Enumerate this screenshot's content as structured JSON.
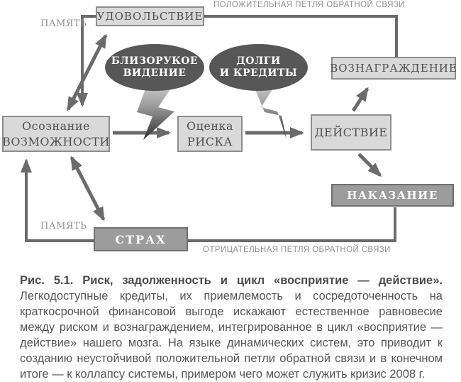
{
  "figure": {
    "boxes": {
      "pleasure": {
        "label": "УДОВОЛЬСТВИЕ"
      },
      "reward": {
        "label": "ВОЗНАГРАЖДЕНИЕ"
      },
      "awareness": {
        "line1": "Осознание",
        "line2": "ВОЗМОЖНОСТИ"
      },
      "risk": {
        "line1": "Оценка",
        "line2": "РИСКА"
      },
      "action": {
        "label": "ДЕЙСТВИЕ"
      },
      "punishment": {
        "label": "НАКАЗАНИЕ"
      },
      "fear": {
        "label": "СТРАХ"
      }
    },
    "bubbles": {
      "myopia": {
        "line1": "БЛИЗОРУКОЕ",
        "line2": "ВИДЕНИЕ"
      },
      "debts": {
        "line1": "ДОЛГИ",
        "line2": "И КРЕДИТЫ"
      }
    },
    "labels": {
      "positive_loop": "ПОЛОЖИТЕЛЬНАЯ ПЕТЛЯ ОБРАТНОЙ СВЯЗИ",
      "negative_loop": "ОТРИЦАТЕЛЬНАЯ ПЕТЛЯ ОБРАТНОЙ СВЯЗИ",
      "memory_top": "ПАМЯТЬ",
      "memory_bottom": "ПАМЯТЬ"
    },
    "colors": {
      "light_box_fill": "#d9d9d9",
      "light_box_border": "#8d8d8d",
      "dark_box_fill": "#9c9c9c",
      "dark_box_border": "#6f6f6f",
      "bubble_fill": "#575757",
      "line": "#6b6b6b",
      "box_text": "#4f4f4f",
      "muted_label": "#909090"
    }
  },
  "caption": {
    "lead_bold": "Рис. 5.1. Риск, задолженность и цикл «восприятие — действие».",
    "body": " Легкодоступные кредиты, их приемлемость и сосредоточенность на краткосрочной финансовой выгоде искажают естественное равновесие между риском и вознаграждением, интегрированное в цикл «восприятие — действие» нашего мозга. На языке динамических систем, это приводит к созданию неустойчивой положительной петли обратной связи и в конечном итоге — к коллапсу системы, примером чего может служить кризис 2008 г."
  }
}
